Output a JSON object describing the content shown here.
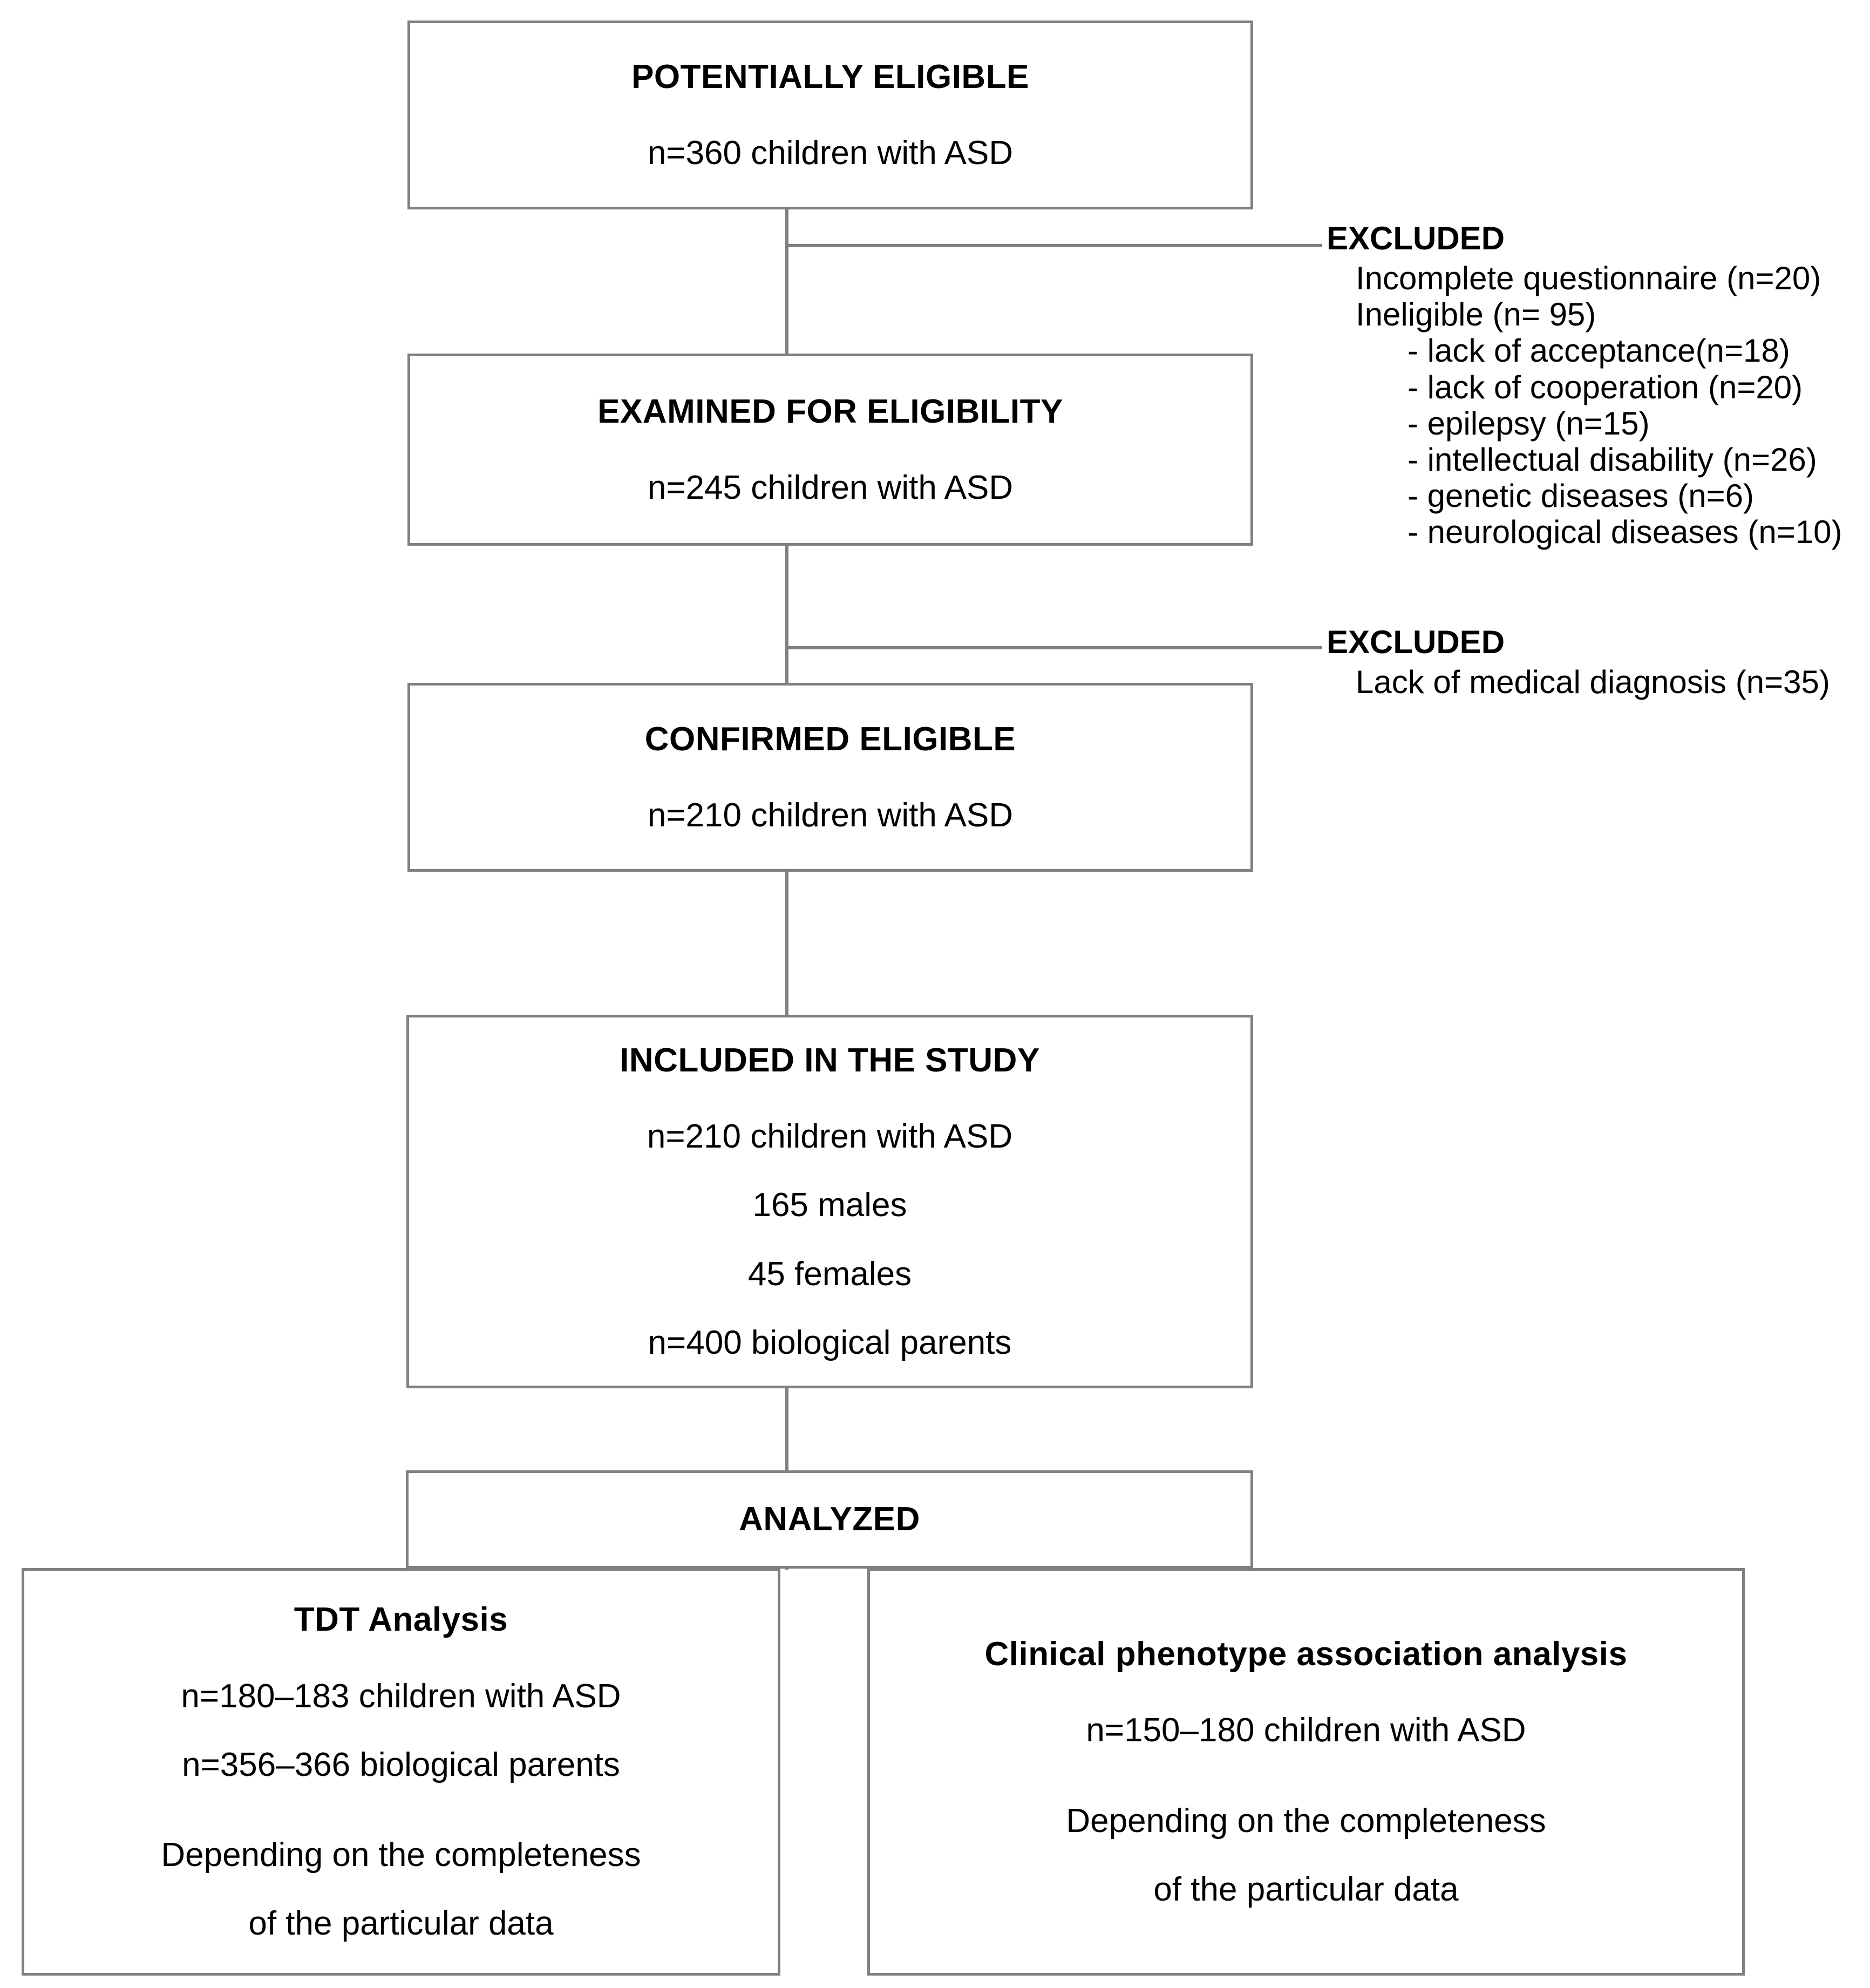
{
  "flowchart": {
    "nodes": {
      "potentially_eligible": {
        "title": "POTENTIALLY ELIGIBLE",
        "lines": [
          "n=360 children with ASD"
        ]
      },
      "examined_for_eligibility": {
        "title": "EXAMINED FOR ELIGIBILITY",
        "lines": [
          "n=245 children with ASD"
        ]
      },
      "confirmed_eligible": {
        "title": "CONFIRMED ELIGIBLE",
        "lines": [
          "n=210 children with ASD"
        ]
      },
      "included_in_the_study": {
        "title": "INCLUDED IN THE STUDY",
        "lines": [
          "n=210 children with ASD",
          "165 males",
          "45 females",
          "n=400 biological parents"
        ]
      },
      "analyzed": {
        "title": "ANALYZED",
        "lines": []
      },
      "tdt_analysis": {
        "title": "TDT Analysis",
        "lines": [
          "n=180–183 children with ASD",
          "n=356–366 biological parents",
          "Depending on the completeness",
          "of the particular data"
        ]
      },
      "clinical_phenotype_analysis": {
        "title": "Clinical phenotype association analysis",
        "lines": [
          "n=150–180 children with ASD",
          "Depending on the completeness",
          "of the particular data"
        ]
      }
    },
    "exclusions": {
      "first": {
        "heading": "EXCLUDED",
        "items": [
          "Incomplete questionnaire (n=20)",
          "Ineligible (n= 95)"
        ],
        "subitems": [
          "- lack of acceptance(n=18)",
          "- lack of cooperation (n=20)",
          "- epilepsy (n=15)",
          "- intellectual disability (n=26)",
          "- genetic diseases (n=6)",
          "- neurological diseases (n=10)"
        ]
      },
      "second": {
        "heading": "EXCLUDED",
        "items": [
          "Lack of medical diagnosis (n=35)"
        ],
        "subitems": []
      }
    },
    "colors": {
      "border": "#808080",
      "connector": "#808080",
      "text": "#000000",
      "background": "#ffffff"
    }
  }
}
